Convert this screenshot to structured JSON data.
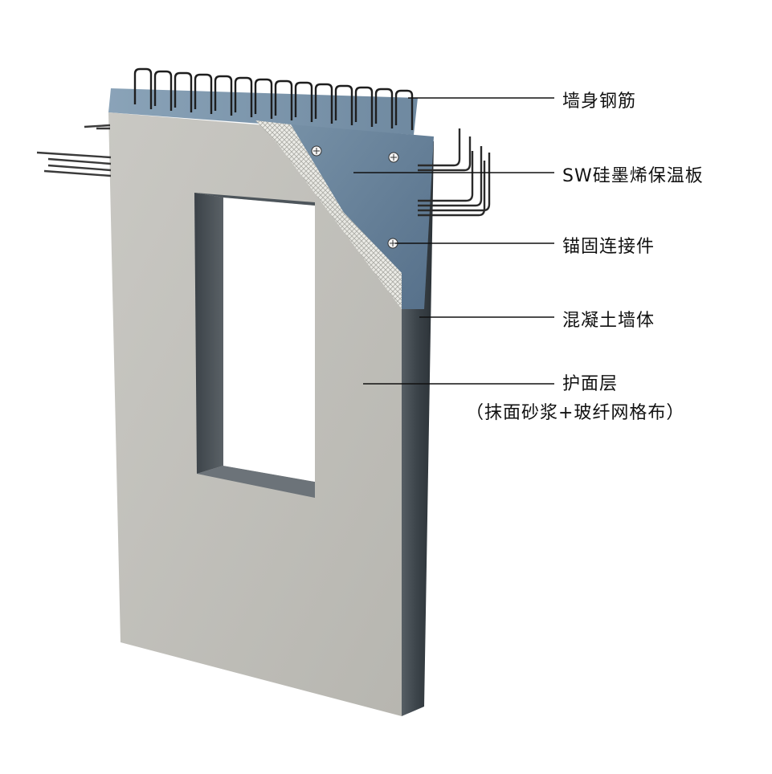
{
  "labels": {
    "rebar": "墙身钢筋",
    "insulation": "SW硅墨烯保温板",
    "anchor": "锚固连接件",
    "concrete": "混凝土墙体",
    "protective_layer": "护面层",
    "protective_layer_detail": "（抹面砂浆+玻纤网格布）"
  },
  "colors": {
    "plaster": "#c2c1bc",
    "concrete_edge": "#3f464c",
    "insulation_board": "#5f7990",
    "rebar": "#222222",
    "mesh": "#e9e9e4"
  }
}
